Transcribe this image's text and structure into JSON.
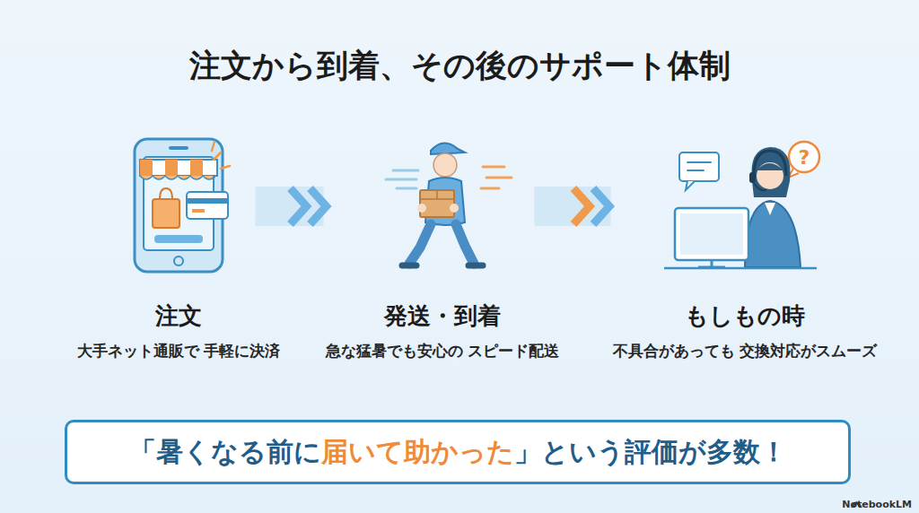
{
  "diagram": {
    "title": "注文から到着、その後のサポート体制",
    "nodes": [
      {
        "text": [
          "注文",
          "大手ネット通販で 手軽に決済"
        ]
      },
      {
        "text": [
          "発送・到着",
          "急な猛暑でも安心の スピード配送"
        ]
      },
      {
        "text": [
          "もしもの時",
          "不具合があっても 交換対応がスムーズ"
        ]
      },
      {
        "text": [
          "「暑くなる前に届いて助かった」という評価が多数！"
        ]
      }
    ],
    "edges": [
      {
        "from": 0,
        "to": 1,
        "arrow": "to"
      },
      {
        "from": 1,
        "to": 2,
        "arrow": "to"
      }
    ],
    "labels": [
      "?",
      "NotebookLM"
    ]
  }
}
